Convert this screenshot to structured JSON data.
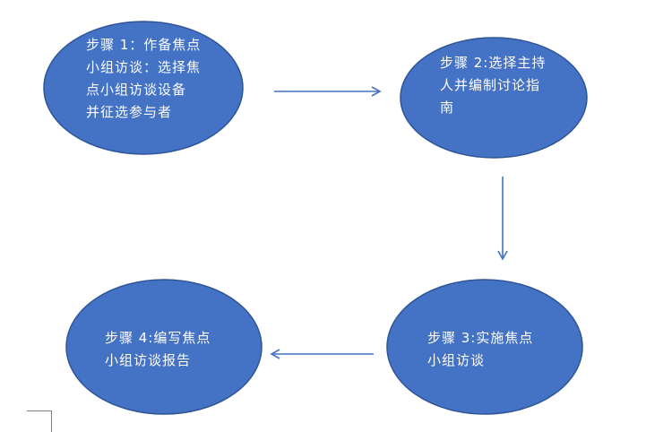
{
  "diagram": {
    "colors": {
      "node_fill": "#4472C4",
      "node_stroke": "#2F5597",
      "arrow": "#4472C4",
      "text": "#FFFFFF"
    },
    "nodes": [
      {
        "id": "step-1",
        "label": "步骤 1：作备焦点\n小组访谈：选择焦\n点小组访谈设备\n并征选参与者"
      },
      {
        "id": "step-2",
        "label": "步骤 2:选择主持\n人并编制讨论指\n南"
      },
      {
        "id": "step-3",
        "label": "步骤 3:实施焦点\n小组访谈"
      },
      {
        "id": "step-4",
        "label": "步骤 4:编写焦点\n小组访谈报告"
      }
    ],
    "edges": [
      {
        "from": "step-1",
        "to": "step-2"
      },
      {
        "from": "step-2",
        "to": "step-3"
      },
      {
        "from": "step-3",
        "to": "step-4"
      }
    ]
  }
}
